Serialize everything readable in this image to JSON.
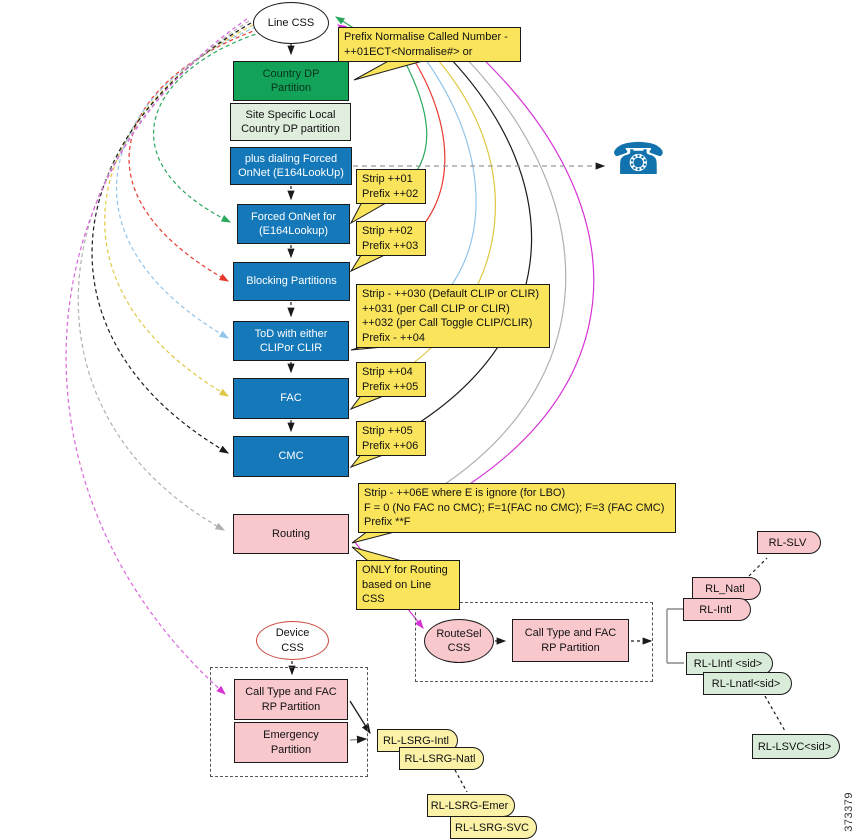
{
  "figure_number": "373379",
  "icons": {
    "phone": "☎"
  },
  "colors": {
    "blue_box": "#1478b9",
    "green_box": "#12a258",
    "light_green_box": "#dfeedd",
    "pink_box": "#f8c8cd",
    "callout_yellow": "#f9e45b",
    "rl_yellow": "#fbf2a8",
    "rl_green": "#d9ecd9",
    "device_outline": "#c9473a",
    "fan_green": "#2aa85c",
    "fan_red": "#e8392e",
    "fan_light_blue": "#92c5ea",
    "fan_yellow": "#dfc844",
    "fan_black": "#1a1a1a",
    "fan_gray": "#b0b0b0",
    "fan_magenta": "#d633d6"
  },
  "nodes": {
    "line_css": "Line CSS",
    "country_dp": "Country DP\nPartition",
    "site_specific": "Site Specific Local\nCountry DP partition",
    "plus_dialing": "plus dialing Forced\nOnNet (E164LookUp)",
    "forced_onnet": "Forced OnNet for\n(E164Lookup)",
    "blocking": "Blocking Partitions",
    "tod": "ToD with either\nCLIPor CLIR",
    "fac": "FAC",
    "cmc": "CMC",
    "routing": "Routing",
    "device_css": "Device\nCSS",
    "device_call_type": "Call Type and FAC\nRP Partition",
    "emergency": "Emergency\nPartition",
    "routesel_css": "RouteSel\nCSS",
    "mid_call_type": "Call Type and FAC\nRP Partition"
  },
  "callouts": {
    "normalise": "Prefix Normalise Called Number -\n++01ECT<Normalise#> or",
    "strip01": "Strip ++01\nPrefix ++02",
    "strip02": "Strip ++02\nPrefix ++03",
    "clip_clir": "Strip - ++030 (Default CLIP or CLIR)\n++031 (per Call CLIP or CLIR)\n++032 (per Call Toggle CLIP/CLIR)\nPrefix - ++04",
    "strip04": "Strip ++04\nPrefix ++05",
    "strip05": "Strip ++05\nPrefix ++06",
    "lbo": "Strip - ++06E where E is ignore (for LBO)\nF = 0 (No FAC no CMC); F=1(FAC no CMC); F=3 (FAC CMC)\nPrefix **F",
    "only_routing": "ONLY for Routing\nbased on Line CSS"
  },
  "route_lists": {
    "rl_slv": "RL-SLV",
    "rl_natl": "RL_Natl",
    "rl_intl": "RL-Intl",
    "rl_lintl": "RL-LIntl <sid>",
    "rl_lnatl": "RL-Lnatl<sid>",
    "rl_lsvc": "RL-LSVC<sid>",
    "rl_lsrg_intl": "RL-LSRG-Intl",
    "rl_lsrg_natl": "RL-LSRG-Natl",
    "rl_lsrg_emer": "RL-LSRG-Emer",
    "rl_lsrg_svc": "RL-LSRG-SVC"
  }
}
